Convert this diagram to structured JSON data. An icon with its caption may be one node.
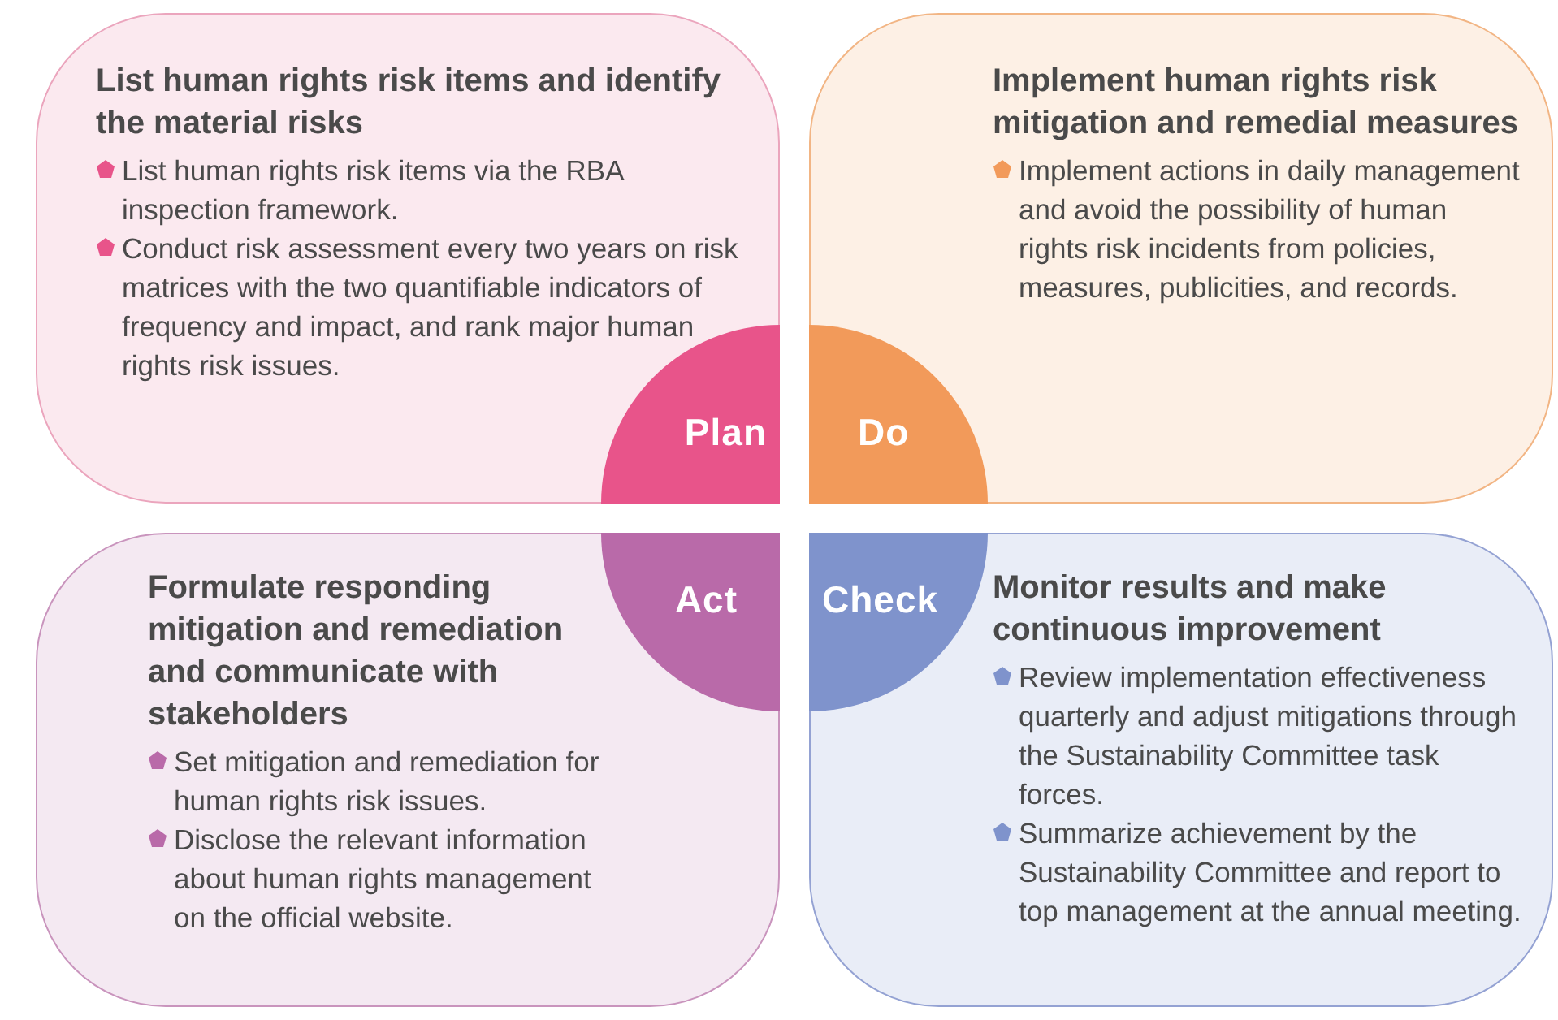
{
  "diagram": {
    "nodes": [
      {
        "text": [
          "List human rights risk items and identify the material risks",
          "List human rights risk items via the RBA inspection framework.",
          "Conduct risk assessment every two years on risk matrices with the two quantifiable indicators of frequency and impact, and rank major human rights risk issues."
        ]
      },
      {
        "text": [
          "Plan"
        ],
        "in": 0
      },
      {
        "text": [
          "Implement human rights risk mitigation and remedial measures",
          "Implement actions in daily management and avoid the possibility of human rights risk incidents from policies, measures, publicities, and records."
        ]
      },
      {
        "text": [
          "Do"
        ],
        "in": 2
      },
      {
        "text": [
          "Formulate responding mitigation and remediation and communicate with stakeholders",
          "Set mitigation and remediation for human rights risk issues.",
          "Disclose the relevant information about human rights management on the official website."
        ]
      },
      {
        "text": [
          "Act"
        ],
        "in": 4
      },
      {
        "text": [
          "Monitor results and make continuous improvement",
          "Review implementation effectiveness quarterly and adjust mitigations through the Sustainability Committee task forces.",
          "Summarize achievement by the Sustainability Committee and report to top management at the annual meeting."
        ]
      },
      {
        "text": [
          "Check"
        ],
        "in": 6
      }
    ]
  }
}
